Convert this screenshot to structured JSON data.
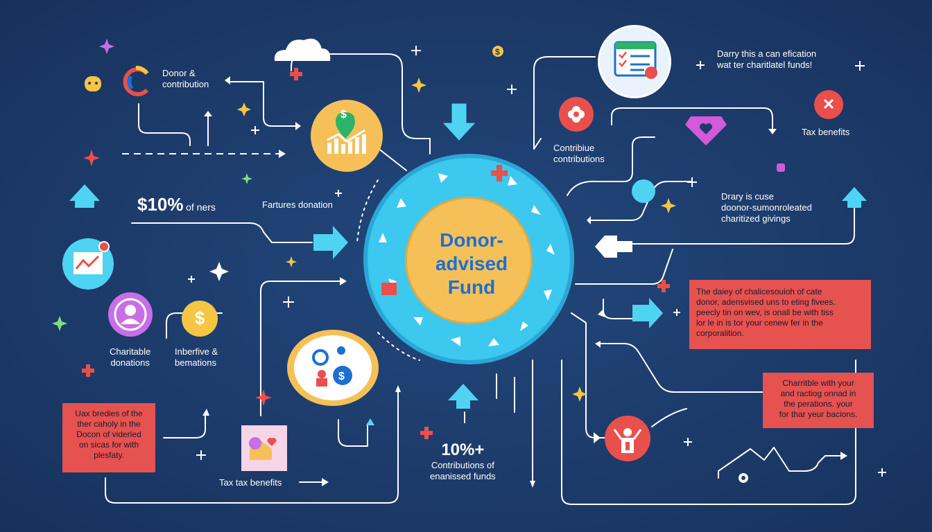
{
  "center": {
    "line1": "Donor-",
    "line2": "advised",
    "line3": "Fund"
  },
  "labels": {
    "donor_contribution_1": "Donor &",
    "donor_contribution_2": "contribution",
    "percent_label": "$10%",
    "percent_suffix": "of ners",
    "fartures_donation": "Fartures donation",
    "charitable_donations_1": "Charitable",
    "charitable_donations_2": "donations",
    "inberfive_1": "Inberfive &",
    "inberfive_2": "bemations",
    "tax_benefits_bottom": "Tax tax benefits",
    "ten_percent_plus": "10%+",
    "contrib_enanissed_1": "Contributions of",
    "contrib_enanissed_2": "enanissed funds",
    "contribiue_1": "Contribiue",
    "contribiue_2": "contributions",
    "darry_1": "Darry this a can efication",
    "darry_2": "wat ter charitlatel funds!",
    "tax_benefits_right": "Tax benefits",
    "drary_1": "Drary is cuse",
    "drary_2": "doonor-sumonroleated",
    "drary_3": "charitized givings"
  },
  "boxes": {
    "right_box": [
      "The daiey of chalicesouioh of cate",
      "donor, adensvised uns to eting fivees.",
      "peecly tin on wev, is onall be with tiss",
      "lor le in is tor your cenew fer in the",
      "corporalition."
    ],
    "right_box_2": [
      "Charritble with your",
      "and ractiog onnad in",
      "the perations. your",
      "for thar yeur bacions."
    ],
    "left_box": [
      "Uax bredies of the",
      "ther caholy in the",
      "Docon of viderled",
      "on sicas for with",
      "plesfaty."
    ]
  },
  "icons": {
    "dollar_small": "$",
    "dollar_coin": "$",
    "x_mark": "✕"
  },
  "colors": {
    "background": "#1d3c6b",
    "ring": "#3dc8ef",
    "core": "#f6c058",
    "core_text": "#1d6fd1",
    "box": "#e6524f",
    "line": "#ffffff"
  }
}
